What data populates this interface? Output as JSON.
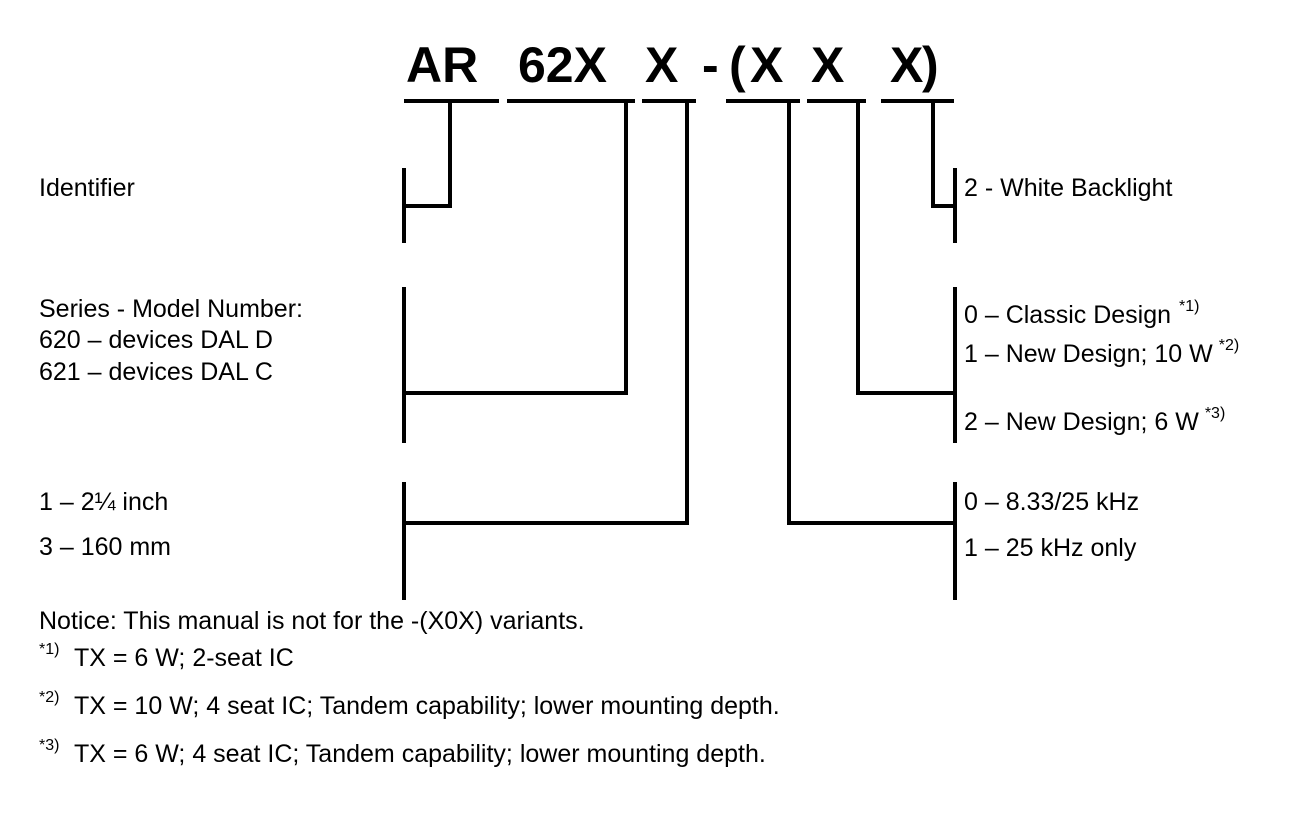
{
  "code": {
    "ar": "AR",
    "series": "62X",
    "size": "X",
    "dash": "-",
    "paren_open": "(",
    "design": "X",
    "spacing": "X",
    "backlight": "X",
    "paren_close": ")"
  },
  "left": {
    "identifier": "Identifier",
    "series_title": "Series - Model Number:",
    "series_620": "620 – devices DAL D",
    "series_621": "621 – devices DAL C",
    "size_1": "1 – 2¼ inch",
    "size_3": "3 – 160 mm"
  },
  "right": {
    "backlight_2": "2 - White Backlight",
    "design_0": "0 – Classic Design",
    "design_0_note": "*1)",
    "design_1": "1 – New Design; 10 W",
    "design_1_note": "*2)",
    "design_2": "2 – New Design; 6 W",
    "design_2_note": "*3)",
    "spacing_0": "0 – 8.33/25 kHz",
    "spacing_1": "1 – 25 kHz only"
  },
  "notes": {
    "notice": "Notice: This manual is not for the -(X0X) variants.",
    "note1_mark": "*1)",
    "note1": "TX = 6 W; 2-seat IC",
    "note2_mark": "*2)",
    "note2": "TX = 10 W; 4 seat IC; Tandem capability; lower mounting depth.",
    "note3_mark": "*3)",
    "note3": "TX = 6 W; 4 seat IC; Tandem capability; lower mounting depth."
  }
}
